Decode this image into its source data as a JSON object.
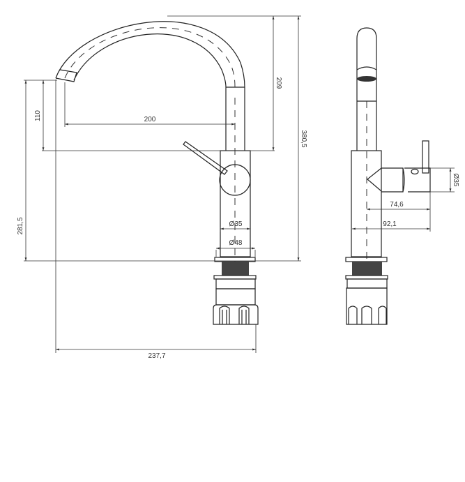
{
  "title": "Kitchen faucet dimension drawing",
  "front_view": {
    "dimensions": {
      "spout_reach": "200",
      "spout_clearance": "110",
      "spout_height": "209",
      "total_height": "380,5",
      "outlet_height": "281,5",
      "body_diameter": "Ø35",
      "base_diameter": "Ø48",
      "overall_width": "237,7"
    }
  },
  "side_view": {
    "dimensions": {
      "handle_diameter": "Ø35",
      "handle_reach_axis": "74,6",
      "handle_reach_total": "92,1"
    }
  },
  "colors": {
    "line": "#222222",
    "background": "#ffffff"
  }
}
